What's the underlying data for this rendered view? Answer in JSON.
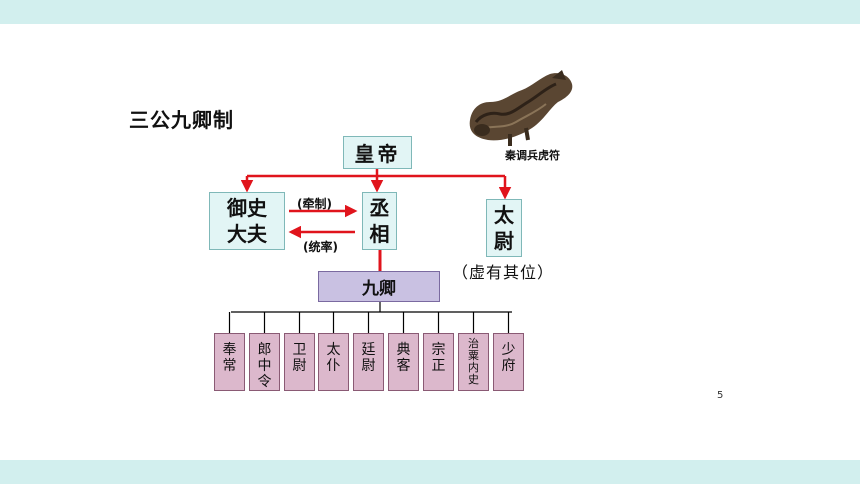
{
  "title": "三公九卿制",
  "emperor": "皇帝",
  "yushi": "御史大夫",
  "chengxiang": "丞相",
  "taiwei": "太尉",
  "taiwei_note": "（虚有其位）",
  "arrow_right_label": "(牵制)",
  "arrow_left_label": "(统率)",
  "jiuqing": "九卿",
  "ministers": [
    "奉常",
    "郎中令",
    "卫尉",
    "太仆",
    "廷尉",
    "典客",
    "宗正",
    "治粟内史",
    "少府"
  ],
  "image_caption": "秦调兵虎符",
  "page_number": "5",
  "colors": {
    "arrow": "#e0141c",
    "box_fill": "#e2f5f5",
    "jiuqing_fill": "#c9c1e2",
    "minister_fill": "#dcb8cc",
    "band": "#d2efee"
  }
}
